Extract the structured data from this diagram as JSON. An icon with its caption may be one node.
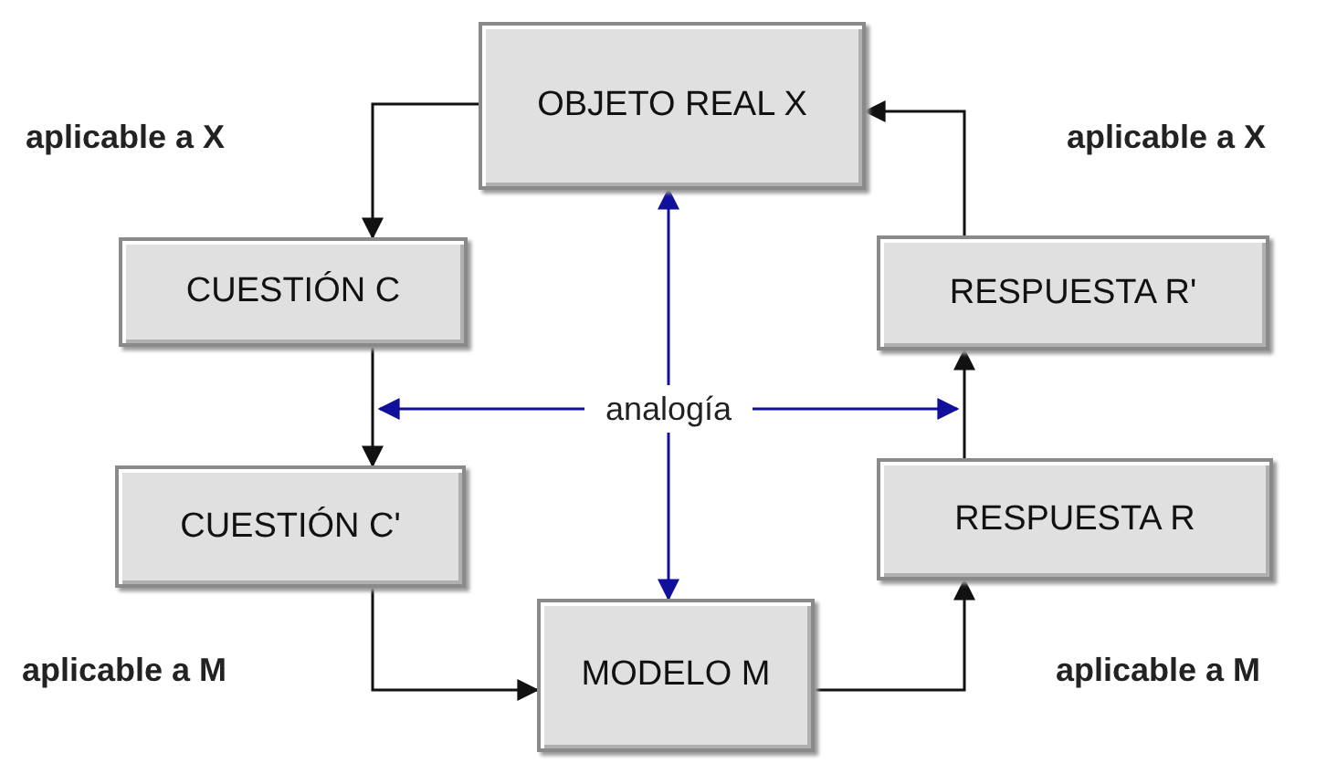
{
  "diagram": {
    "nodes": [
      {
        "text": [
          "OBJETO REAL X"
        ]
      },
      {
        "text": [
          "CUESTIÓN C"
        ]
      },
      {
        "text": [
          "RESPUESTA R'"
        ]
      },
      {
        "text": [
          "analogía"
        ]
      },
      {
        "text": [
          "CUESTIÓN C'"
        ]
      },
      {
        "text": [
          "RESPUESTA R"
        ]
      },
      {
        "text": [
          "MODELO M"
        ]
      }
    ],
    "edges": [
      {
        "from": 0,
        "to": 1,
        "arrow": "to"
      },
      {
        "from": 1,
        "to": 4,
        "arrow": "to"
      },
      {
        "from": 4,
        "to": 6,
        "arrow": "to"
      },
      {
        "from": 6,
        "to": 5,
        "arrow": "to"
      },
      {
        "from": 5,
        "to": 2,
        "arrow": "to"
      },
      {
        "from": 2,
        "to": 0,
        "arrow": "to"
      },
      {
        "from": 3,
        "to": 0,
        "arrow": "to",
        "color": "#10109a"
      },
      {
        "from": 3,
        "to": 6,
        "arrow": "to",
        "color": "#10109a"
      },
      {
        "from": 3,
        "to": null,
        "arrow": "to",
        "color": "#10109a"
      },
      {
        "from": 3,
        "to": null,
        "arrow": "to",
        "color": "#10109a"
      }
    ],
    "labels": [
      "aplicable a X",
      "aplicable a X",
      "aplicable a M",
      "aplicable a M"
    ]
  }
}
